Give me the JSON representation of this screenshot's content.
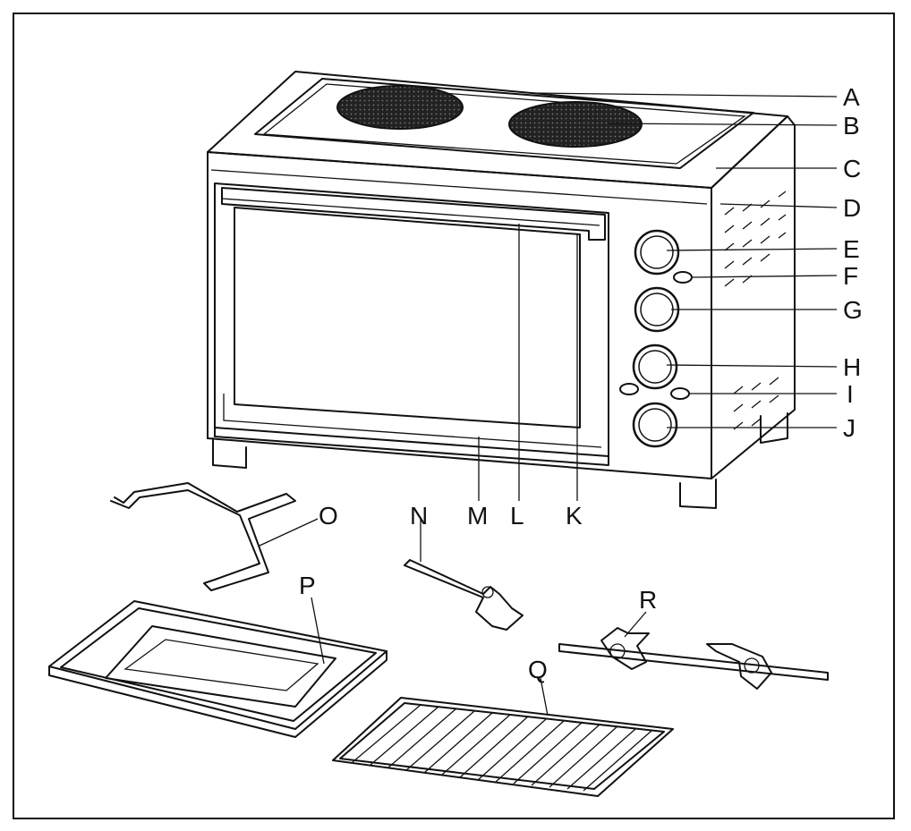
{
  "figure": {
    "description_free": true,
    "labels": {
      "A": "A",
      "B": "B",
      "C": "C",
      "D": "D",
      "E": "E",
      "F": "F",
      "G": "G",
      "H": "H",
      "I": "I",
      "J": "J",
      "K": "K",
      "L": "L",
      "M": "M",
      "N": "N",
      "O": "O",
      "P": "P",
      "Q": "Q",
      "R": "R"
    }
  }
}
